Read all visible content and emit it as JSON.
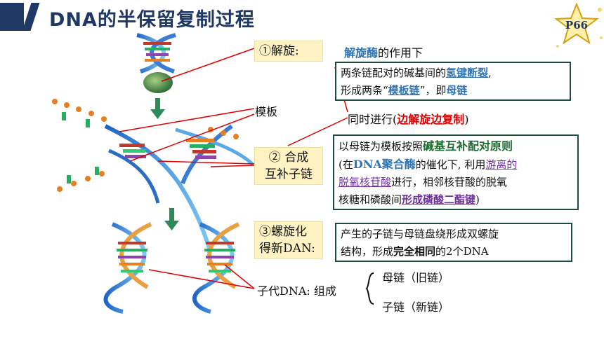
{
  "header": {
    "title": "DNA的半保留复制过程",
    "page_badge": "P66"
  },
  "steps": {
    "unwind": {
      "label": "①解旋:"
    },
    "synthesis": {
      "label_line1": "② 合成",
      "label_line2": "互补子链"
    },
    "spiral": {
      "label_line1": "③螺旋化",
      "label_line2": "得新DAN:"
    }
  },
  "unwind_note": {
    "enzyme": "解旋酶",
    "enzyme_suffix": "的作用下",
    "line1_prefix": "两条链配对的碱基间的",
    "line1_highlight": "氢键断裂",
    "line1_suffix": ",",
    "line2_prefix": "形成两条“",
    "line2_highlight": "模板链",
    "line2_mid": "”，即",
    "line2_highlight2": "母链"
  },
  "template_label": "模板",
  "simultaneous": {
    "prefix": "同时进行(",
    "highlight": "边解旋边复制",
    "suffix": ")"
  },
  "synthesis_note": {
    "line1_prefix": "以母链为模板按照",
    "line1_highlight": "碱基互补配对原则",
    "line2_prefix": "(在",
    "line2_highlight": "DNA聚合酶",
    "line2_mid": "的催化下, 利用",
    "line2_ul": "游离的",
    "line3_ul": "脱氧核苷酸",
    "line3_suffix": "进行，相邻核苷酸的脱氧",
    "line4_prefix": "核糖和磷酸间",
    "line4_highlight": "形成磷酸二酯键",
    "line4_suffix": ")"
  },
  "spiral_note": {
    "line1": "产生的子链与母链盘绕形成双螺旋",
    "line2_prefix": "结构，形成",
    "line2_highlight": "完全相同",
    "line2_suffix": "的2个DNA"
  },
  "offspring": {
    "label": "子代DNA: 组成",
    "parent_strand": "母链（旧链）",
    "child_strand": "子链（新链）"
  },
  "colors": {
    "title": "#1f3864",
    "accent_red": "#e00000",
    "accent_blue": "#2f75b5",
    "purple": "#7030a0",
    "step_bg": "#fff3c4",
    "arrow_green": "#2e8b57"
  }
}
